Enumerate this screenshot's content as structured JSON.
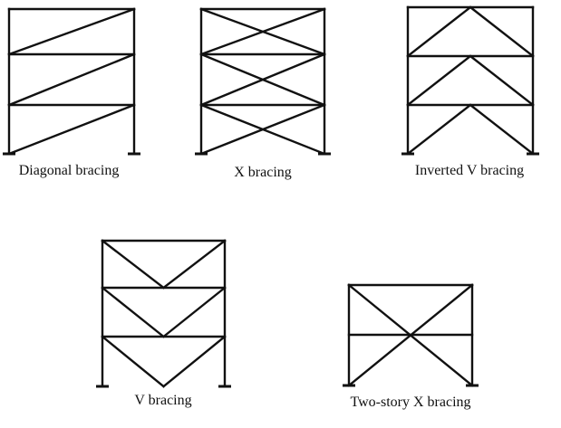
{
  "frames": [
    {
      "type": "diagonal",
      "stories": 3,
      "caption": "Diagonal bracing"
    },
    {
      "type": "x",
      "stories": 3,
      "caption": "X bracing"
    },
    {
      "type": "inverted-v",
      "stories": 3,
      "caption": "Inverted V bracing"
    },
    {
      "type": "v",
      "stories": 3,
      "caption": "V bracing"
    },
    {
      "type": "two-story-x",
      "stories": 2,
      "caption": "Two-story X bracing"
    }
  ],
  "colors": {
    "line": "#111111",
    "background": "#ffffff"
  }
}
